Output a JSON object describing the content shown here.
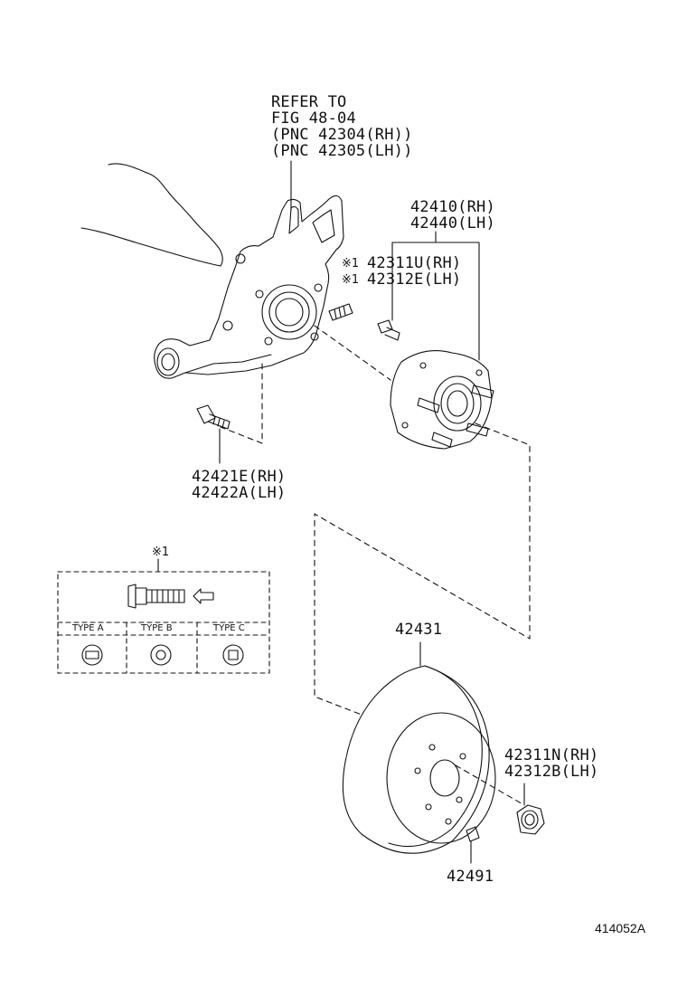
{
  "refer_note": [
    "REFER TO",
    "FIG 48-04",
    "(PNC 42304(RH))",
    "(PNC 42305(LH))"
  ],
  "parts": {
    "hub_assembly": [
      "42410(RH)",
      "42440(LH)"
    ],
    "hub_bolt": {
      "mark": "※1",
      "lines": [
        "42311U(RH)",
        "42312E(LH)"
      ]
    },
    "knuckle_bolt": [
      "42421E(RH)",
      "42422A(LH)"
    ],
    "disc": "42431",
    "nut": [
      "42311N(RH)",
      "42312B(LH)"
    ],
    "plug": "42491"
  },
  "bolt_type_inset": {
    "mark": "※1",
    "types": [
      "TYPE A",
      "TYPE B",
      "TYPE C"
    ]
  },
  "figure_number": "414052A"
}
